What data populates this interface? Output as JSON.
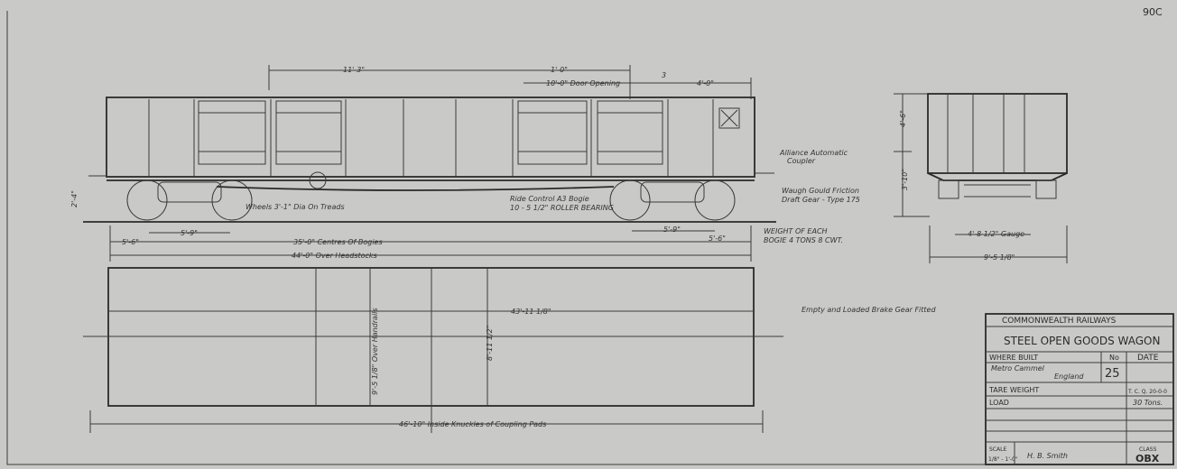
{
  "sheet_number": "90C",
  "side_elevation": {
    "dims_top": [
      "11'-3\"",
      "1'-0\"",
      "10'-0\" Door Opening",
      "3",
      "4'-0\""
    ],
    "dim_height": "2'-4\"",
    "wheels_note": "Wheels 3'-1\" Dia On Treads",
    "bogie_note_1": "Ride Control A3 Bogie",
    "bogie_note_2": "10 - 5 1/2\" ROLLER BEARING",
    "wheelbase_left": "5'-9\"",
    "wheelbase_right": "5'-9\"",
    "overhang_left": "5'-6\"",
    "overhang_right": "5'-6\"",
    "bogie_centres": "35'-0\" Centres Of Bogies",
    "over_headstocks": "44'-0\" Over Headstocks",
    "coupler_note_1": "Alliance Automatic",
    "coupler_note_2": "Coupler",
    "draft_note_1": "Waugh Gould Friction",
    "draft_note_2": "Draft Gear - Type 175",
    "weight_note_1": "WEIGHT OF EACH",
    "weight_note_2": "BOGIE 4 TONS 8 CWT."
  },
  "end_elevation": {
    "height_upper": "4'-6\"",
    "height_lower": "3'-10\"",
    "gauge": "4'-8 1/2\" Gauge",
    "width": "9'-5 1/8\""
  },
  "plan": {
    "brake_note": "Empty and Loaded Brake Gear Fitted",
    "inside_length": "43'-11 1/8\"",
    "inside_width": "8'-11 1/2\"",
    "over_handrails": "9'-5 1/8\" Over Handrails",
    "over_knuckles": "46'-10\" Inside Knuckles of Coupling Pads"
  },
  "title_block": {
    "authority": "COMMONWEALTH RAILWAYS",
    "title": "STEEL OPEN GOODS WAGON",
    "where_built_label": "WHERE BUILT",
    "where_built_1": "Metro Cammel",
    "where_built_2": "England",
    "no_label": "No",
    "no_value": "25",
    "date_label": "DATE",
    "tare_label": "TARE WEIGHT",
    "tare_value": "T. C. Q. 20-0-0",
    "load_label": "LOAD",
    "load_value": "30 Tons.",
    "scale_label": "SCALE",
    "scale_value": "1/8\" - 1'-0\"",
    "signature": "H. B. Smith",
    "class_label": "CLASS",
    "class_value": "OBX"
  }
}
